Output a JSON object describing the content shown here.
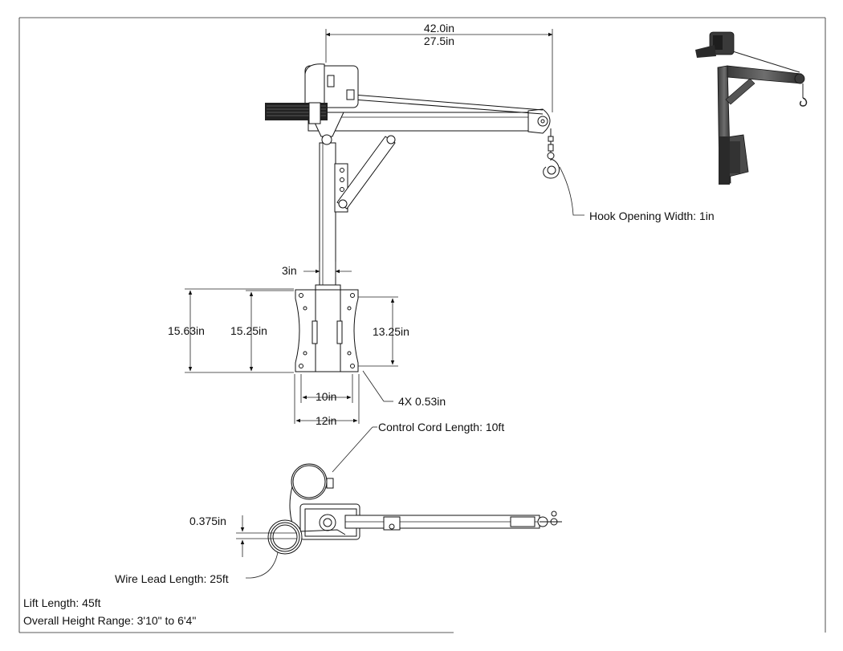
{
  "dimensions": {
    "span_max": "42.0in",
    "span_min": "27.5in",
    "mast_width": "3in",
    "plate_height_outer": "15.63in",
    "plate_height_mid": "15.25in",
    "plate_hole_spacing_v": "13.25in",
    "plate_hole_spacing_h": "10in",
    "plate_width": "12in",
    "mount_holes": "4X 0.53in",
    "plate_thickness": "0.375in"
  },
  "callouts": {
    "hook_opening": "Hook Opening Width: 1in",
    "control_cord": "Control Cord Length: 10ft",
    "wire_lead": "Wire Lead Length: 25ft"
  },
  "notes": {
    "lift_length": "Lift Length: 45ft",
    "height_range": "Overall Height Range: 3'10\" to 6'4\""
  }
}
